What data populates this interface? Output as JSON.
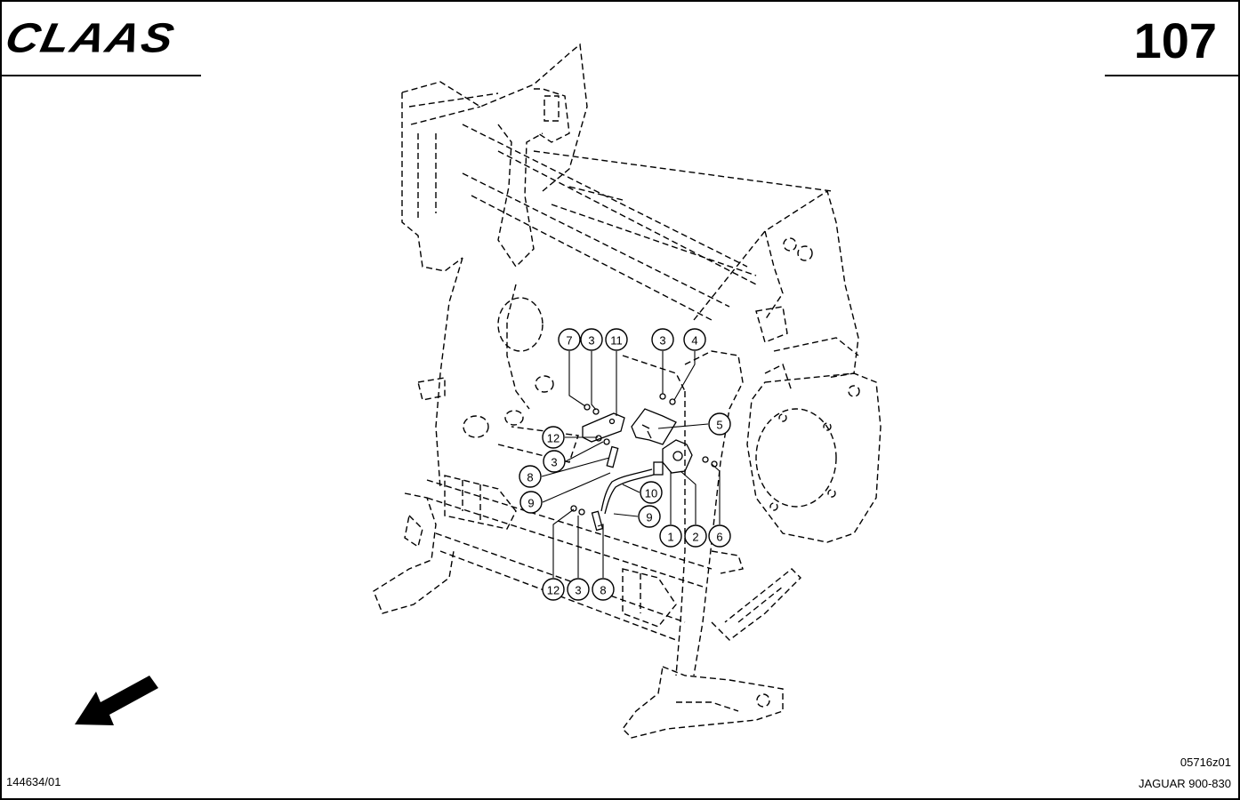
{
  "header": {
    "logo": "CLAAS",
    "page_number": "107"
  },
  "footer": {
    "document_number": "144634/01",
    "figure_code": "05716z01",
    "model": "JAGUAR 900-830"
  },
  "callouts": {
    "c7a": "7",
    "c3a": "3",
    "c11a": "11",
    "c3b": "3",
    "c4a": "4",
    "c5a": "5",
    "c12a": "12",
    "c3c": "3",
    "c8a": "8",
    "c9a": "9",
    "c10a": "10",
    "c9b": "9",
    "c1a": "1",
    "c2a": "2",
    "c6a": "6",
    "c12b": "12",
    "c3d": "3",
    "c8b": "8"
  },
  "icons": {
    "logo": "claas-logo",
    "direction": "direction-arrow-icon"
  }
}
